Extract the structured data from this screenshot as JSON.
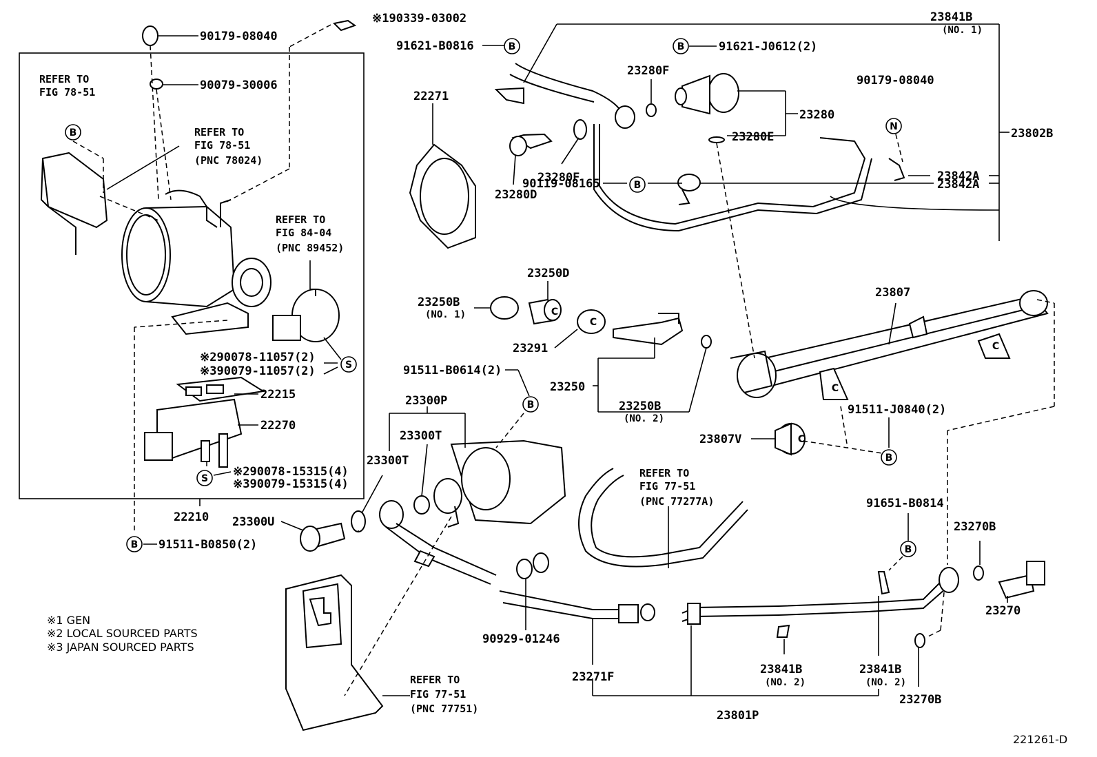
{
  "diagram": {
    "part_numbers": {
      "p1": "※190339-03002",
      "p2": "90179-08040",
      "p3": "90079-30006",
      "p4": "91621-B0816",
      "p5": "23841B",
      "p5b": "(NO. 1)",
      "p6": "91621-J0612(2)",
      "p7": "23280F",
      "p8": "23280",
      "p9": "23280E",
      "p10": "23280F",
      "p11": "23280D",
      "p12": "22271",
      "p13": "90179-08040",
      "p14": "23802B",
      "p15": "23842A",
      "p16": "90119-08165",
      "p17": "23842A",
      "p18": "23250D",
      "p19": "23250B",
      "p19b": "(NO. 1)",
      "p20": "23291",
      "p21": "23250",
      "p22": "23250B",
      "p22b": "(NO. 2)",
      "p23": "23807",
      "p24": "91511-J0840(2)",
      "p25": "23807V",
      "p26": "91511-B0614(2)",
      "p27": "23300P",
      "p28": "23300T",
      "p29": "23300T",
      "p30": "23300U",
      "p31": "22215",
      "p32": "22270",
      "p33": "※290078-11057(2)",
      "p34": "※390079-11057(2)",
      "p35": "※290078-15315(4)",
      "p36": "※390079-15315(4)",
      "p37": "22210",
      "p38": "91511-B0850(2)",
      "p39": "91651-B0814",
      "p40": "23270B",
      "p41": "23270",
      "p42": "90929-01246",
      "p43": "23271F",
      "p44": "23841B",
      "p44b": "(NO. 2)",
      "p45": "23841B",
      "p45b": "(NO. 2)",
      "p46": "23270B",
      "p47": "23801P"
    },
    "refer": {
      "r1a": "REFER TO",
      "r1b": "FIG 78-51",
      "r2a": "REFER TO",
      "r2b": "FIG 78-51",
      "r2c": "(PNC 78024)",
      "r3a": "REFER TO",
      "r3b": "FIG 84-04",
      "r3c": "(PNC 89452)",
      "r4a": "REFER TO",
      "r4b": "FIG 77-51",
      "r4c": "(PNC 77277A)",
      "r5a": "REFER TO",
      "r5b": "FIG 77-51",
      "r5c": "(PNC 77751)"
    },
    "notes": [
      "※1 GEN",
      "※2 LOCAL SOURCED PARTS",
      "※3 JAPAN SOURCED PARTS"
    ],
    "figure_id": "221261-D",
    "callout_letters": {
      "b": "B",
      "n": "N",
      "s": "S",
      "c": "C"
    }
  }
}
